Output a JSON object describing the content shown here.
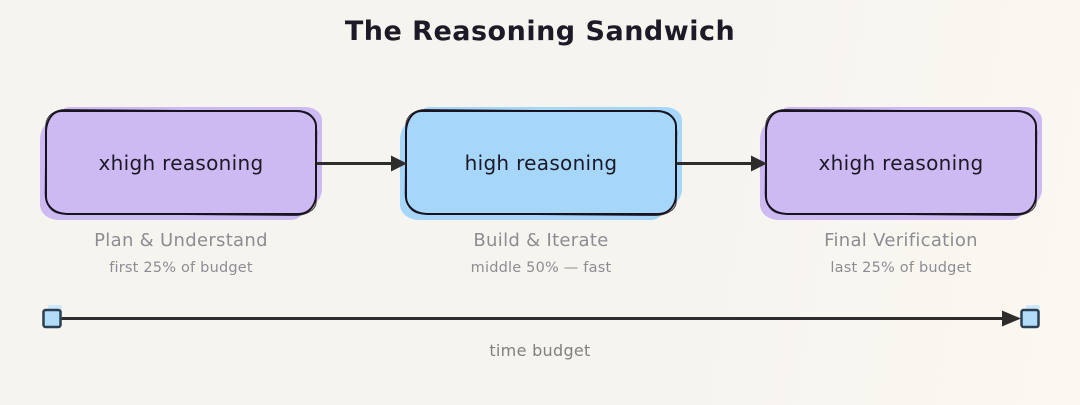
{
  "title": "The Reasoning Sandwich",
  "stages": [
    {
      "label": "xhigh reasoning",
      "caption": "Plan & Understand",
      "detail": "first 25% of budget",
      "fill": "#cdbaf3"
    },
    {
      "label": "high reasoning",
      "caption": "Build & Iterate",
      "detail": "middle 50% — fast",
      "fill": "#a6d7fa"
    },
    {
      "label": "xhigh reasoning",
      "caption": "Final Verification",
      "detail": "last 25% of budget",
      "fill": "#cdbaf3"
    }
  ],
  "timeline": {
    "label": "time budget",
    "endpoint_fill": "#b3dcf9",
    "endpoint_halo": "#cfe9fc"
  },
  "colors": {
    "background": "#f6f4ef",
    "ink": "#1d1926",
    "muted_text": "#8e8c93",
    "line": "#2e2d2b"
  }
}
